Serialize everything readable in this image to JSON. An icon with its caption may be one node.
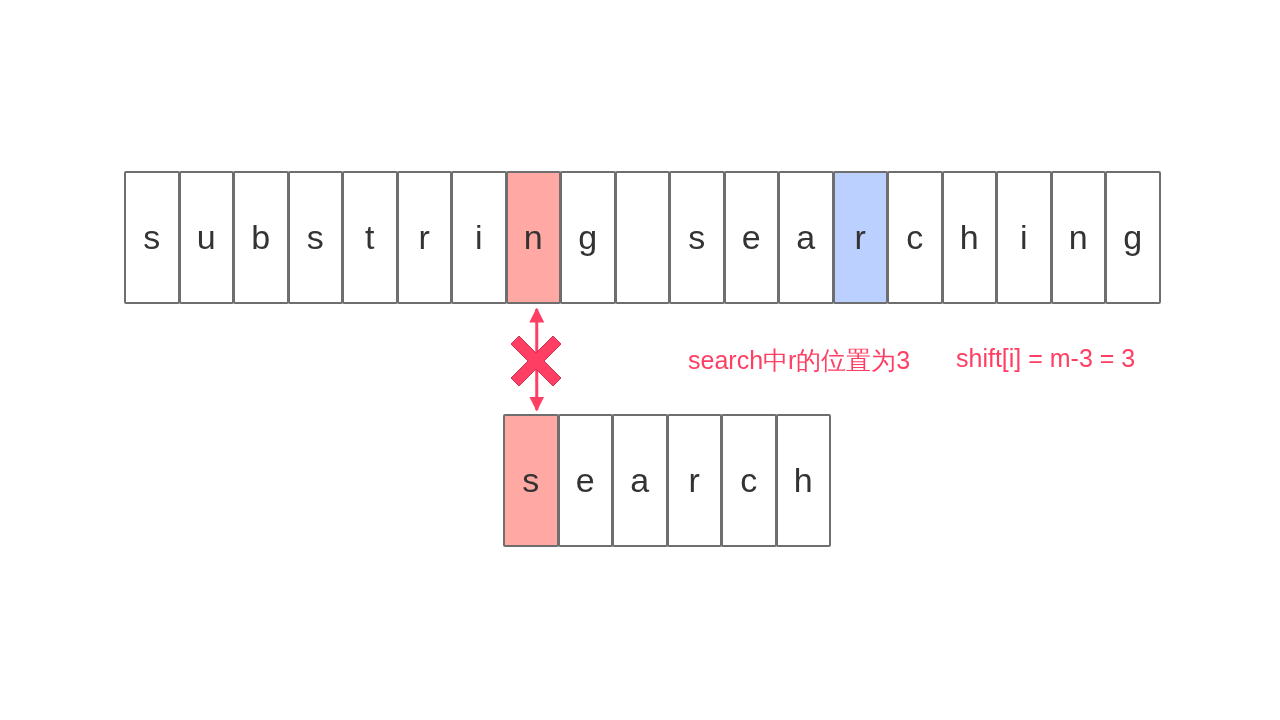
{
  "diagram": {
    "nodes": [
      {
        "text": [
          "s"
        ]
      },
      {
        "text": [
          "u"
        ]
      },
      {
        "text": [
          "b"
        ]
      },
      {
        "text": [
          "s"
        ]
      },
      {
        "text": [
          "t"
        ]
      },
      {
        "text": [
          "r"
        ]
      },
      {
        "text": [
          "i"
        ]
      },
      {
        "text": [
          "n"
        ]
      },
      {
        "text": [
          "g"
        ]
      },
      {
        "text": [],
        "shape": "box"
      },
      {
        "text": [
          "s"
        ]
      },
      {
        "text": [
          "e"
        ]
      },
      {
        "text": [
          "a"
        ]
      },
      {
        "text": [
          "r"
        ]
      },
      {
        "text": [
          "c"
        ]
      },
      {
        "text": [
          "h"
        ]
      },
      {
        "text": [
          "i"
        ]
      },
      {
        "text": [
          "n"
        ]
      },
      {
        "text": [
          "g"
        ]
      },
      {
        "text": [
          "s"
        ]
      },
      {
        "text": [
          "e"
        ]
      },
      {
        "text": [
          "a"
        ]
      },
      {
        "text": [
          "r"
        ]
      },
      {
        "text": [
          "c"
        ]
      },
      {
        "text": [
          "h"
        ]
      }
    ],
    "edges": [
      {
        "from": 7,
        "to": 19,
        "arrow": "both"
      }
    ],
    "labels": [
      "search中r的位置为3",
      "shift[i] = m-3 = 3"
    ]
  }
}
